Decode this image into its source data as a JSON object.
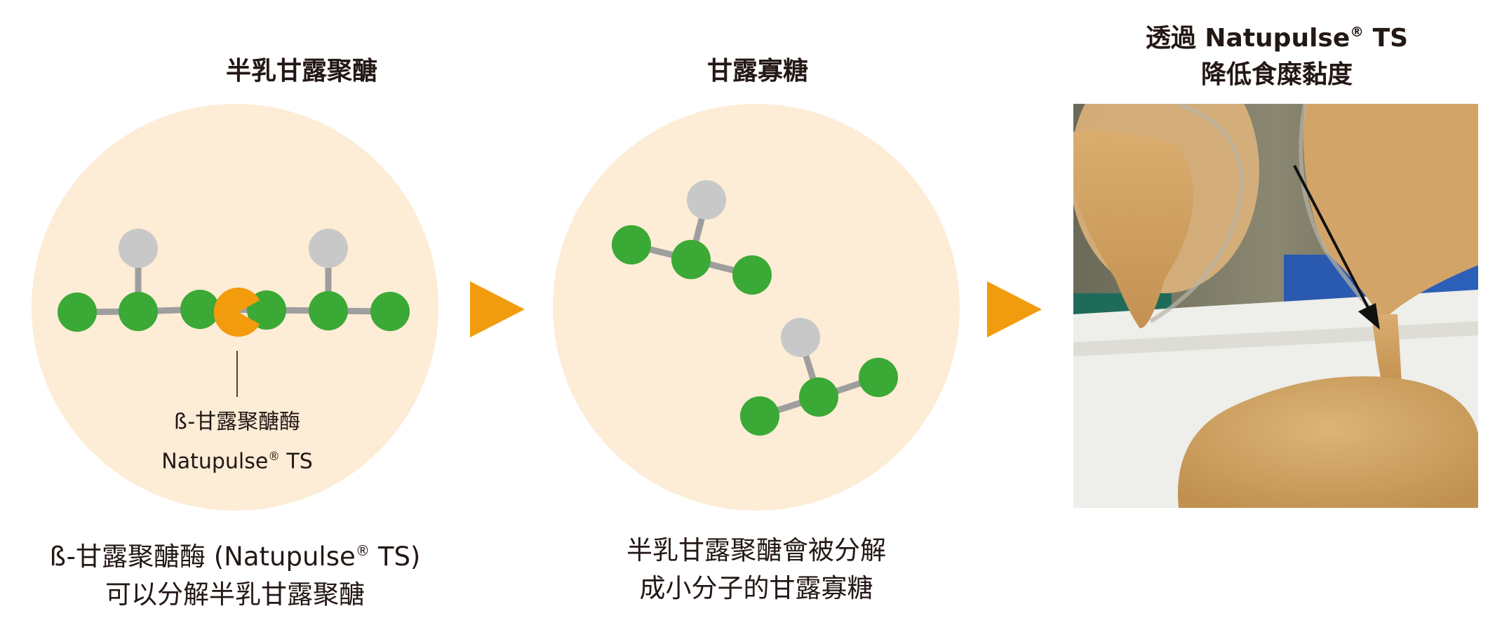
{
  "colors": {
    "circle_fill": "#fdecd6",
    "arrow": "#f19c0e",
    "sugar_green": "#3aa935",
    "branch_gray": "#c8c8c8",
    "bond_gray": "#9e9e9e",
    "enzyme_orange": "#f29b0d",
    "text": "#231815"
  },
  "panels": {
    "p1": {
      "title": "半乳甘露聚醣",
      "enzyme_line1": "ß-甘露聚醣酶",
      "enzyme_brand": "Natupulse",
      "enzyme_reg": "®",
      "enzyme_suffix": " TS",
      "caption_line1_a": "ß-甘露聚醣酶 (Natupulse",
      "caption_line1_reg": "®",
      "caption_line1_b": " TS)",
      "caption_line2": "可以分解半乳甘露聚醣"
    },
    "p2": {
      "title": "甘露寡糖",
      "caption_line1": "半乳甘露聚醣會被分解",
      "caption_line2": "成小分子的甘露寡糖"
    },
    "p3": {
      "title_line1_a": "透過 Natupulse",
      "title_line1_reg": "®",
      "title_line1_b": " TS",
      "title_line2": "降低食糜黏度",
      "photo_icon": "pouring-liquid-photo"
    }
  }
}
